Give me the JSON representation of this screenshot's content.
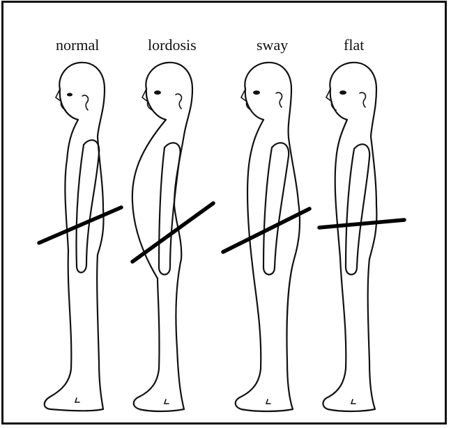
{
  "figures": [
    {
      "key": "normal",
      "label": "normal"
    },
    {
      "key": "lordosis",
      "label": "lordosis"
    },
    {
      "key": "sway",
      "label": "sway"
    },
    {
      "key": "flat",
      "label": "flat"
    }
  ]
}
